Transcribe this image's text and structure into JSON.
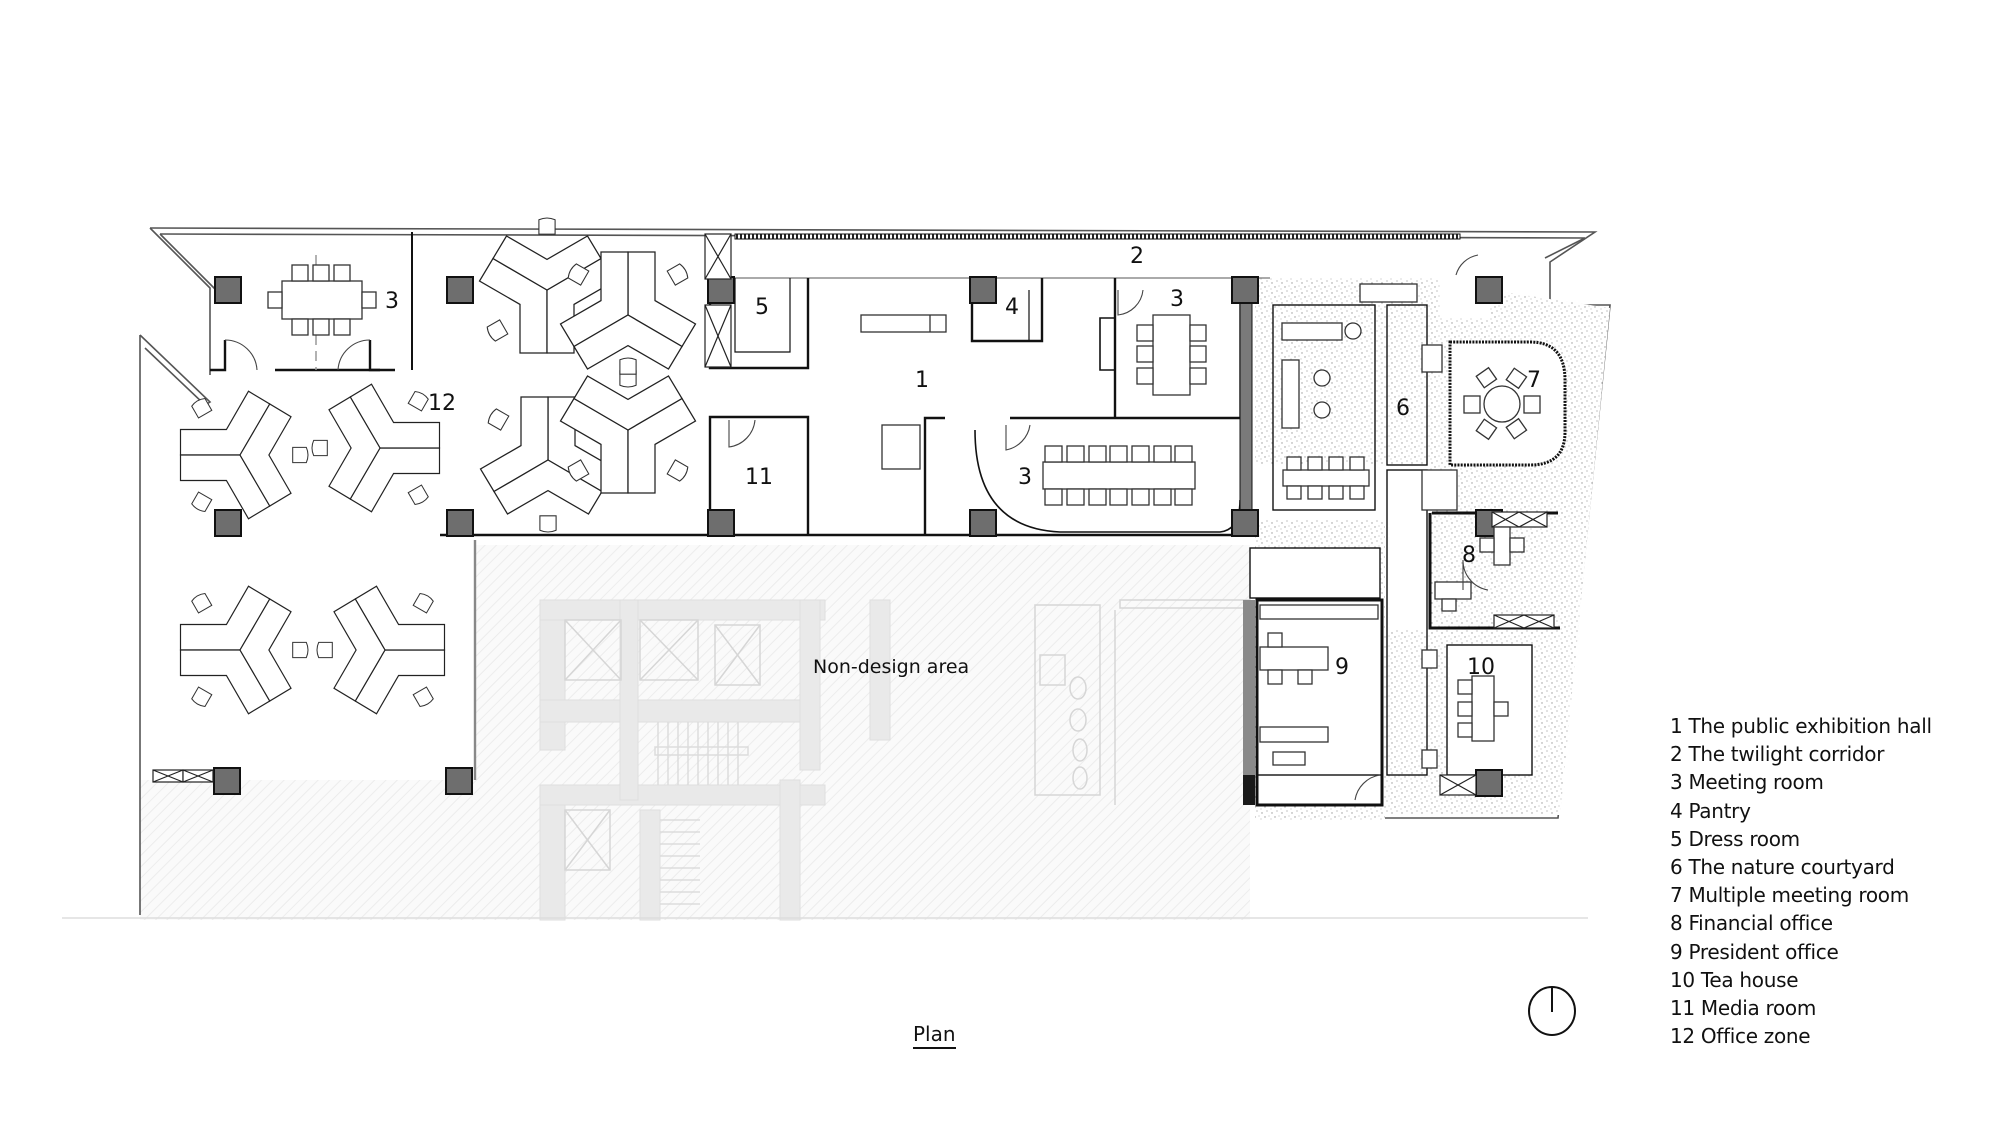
{
  "drawing": {
    "title": "Plan",
    "non_design_label": "Non-design area",
    "north_arrow_icon": "north-arrow-icon"
  },
  "rooms": {
    "r1": "1",
    "r2": "2",
    "r3a": "3",
    "r3b": "3",
    "r3c": "3",
    "r4": "4",
    "r5": "5",
    "r6": "6",
    "r7": "7",
    "r8": "8",
    "r9": "9",
    "r10": "10",
    "r11": "11",
    "r12": "12"
  },
  "legend": {
    "items": [
      {
        "num": "1",
        "label": "The public exhibition hall"
      },
      {
        "num": "2",
        "label": "The twilight corridor"
      },
      {
        "num": "3",
        "label": "Meeting room"
      },
      {
        "num": "4",
        "label": "Pantry"
      },
      {
        "num": "5",
        "label": "Dress room"
      },
      {
        "num": "6",
        "label": "The nature courtyard"
      },
      {
        "num": "7",
        "label": "Multiple meeting room"
      },
      {
        "num": "8",
        "label": "Financial office"
      },
      {
        "num": "9",
        "label": "President office"
      },
      {
        "num": "10",
        "label": "Tea house"
      },
      {
        "num": "11",
        "label": "Media room"
      },
      {
        "num": "12",
        "label": "Office zone"
      }
    ]
  },
  "colors": {
    "column_fill": "#6e6e6e",
    "wall": "#111111",
    "non_design_gray": "#d9d9d9",
    "courtyard_stipple": "#bdbdbd"
  }
}
